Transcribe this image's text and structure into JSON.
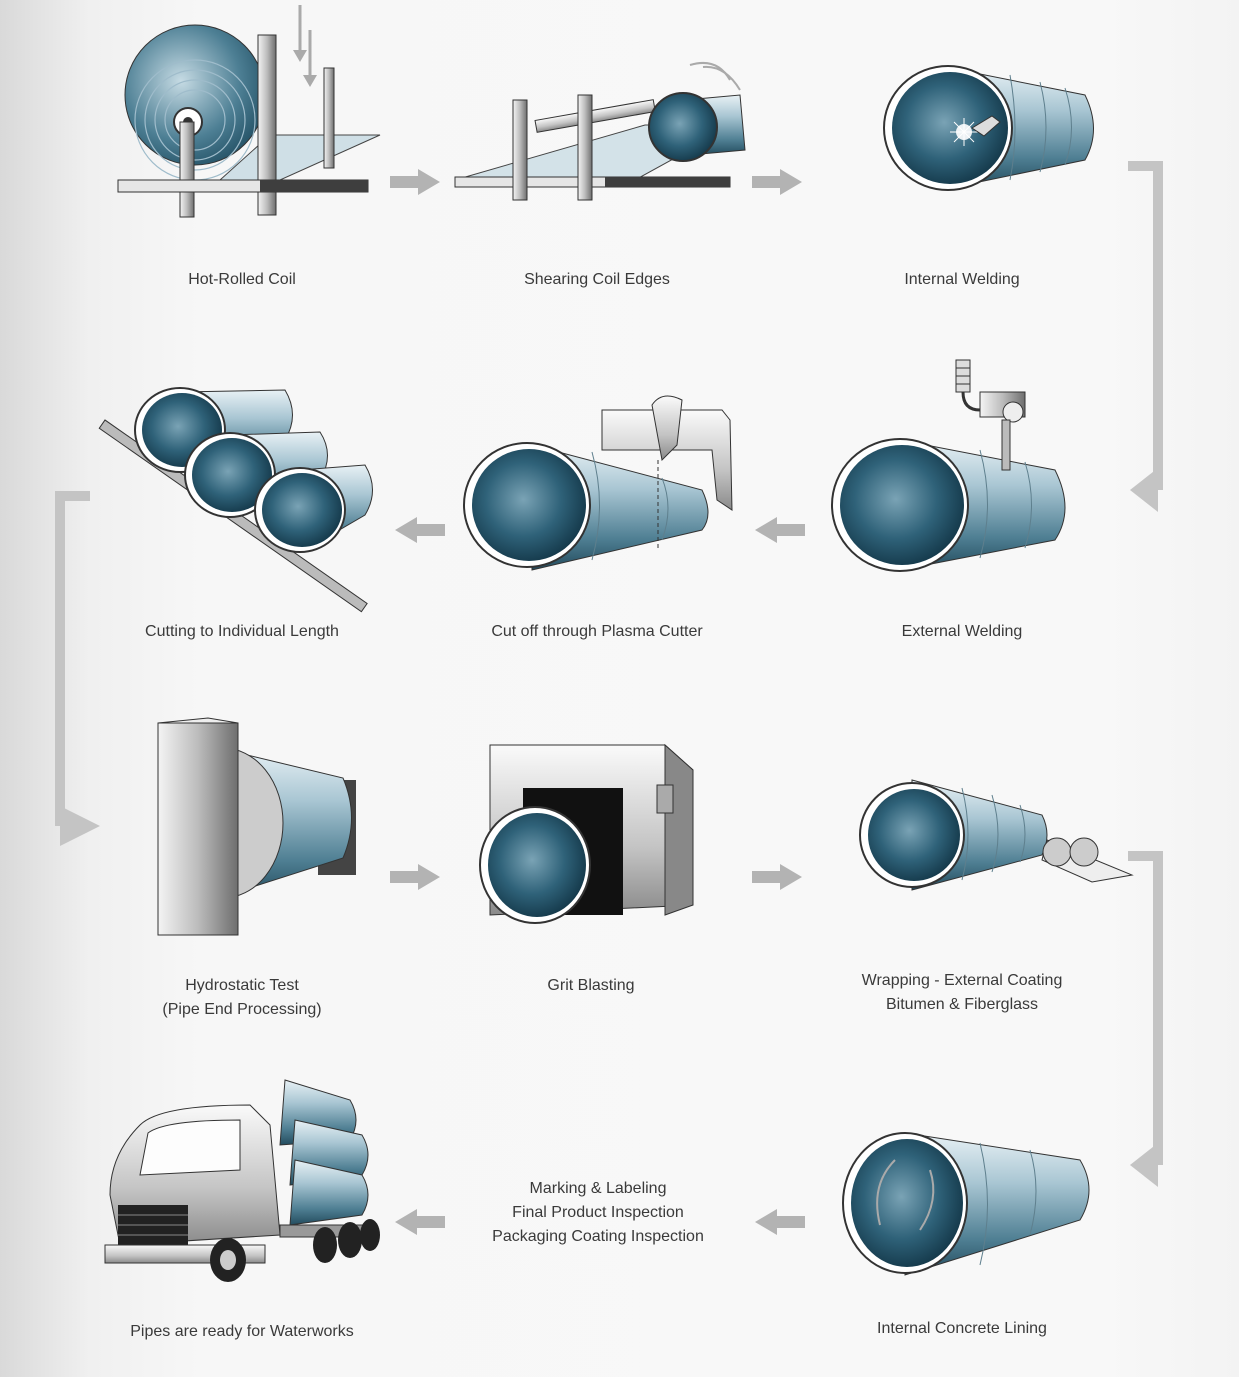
{
  "title": "Spiral Welded Steel Pipe Manufacturing Process",
  "colors": {
    "pipe_dark": "#1d4a5e",
    "pipe_mid": "#4d7f94",
    "pipe_light": "#b9d3de",
    "arrow_gray": "#b3b3b3",
    "text": "#3a3a3a"
  },
  "steps": [
    {
      "id": 1,
      "icon": "hot-rolled-coil",
      "lines": [
        "Hot-Rolled Coil"
      ]
    },
    {
      "id": 2,
      "icon": "shearing-coil",
      "lines": [
        "Shearing Coil Edges"
      ]
    },
    {
      "id": 3,
      "icon": "internal-welding",
      "lines": [
        "Internal Welding"
      ]
    },
    {
      "id": 4,
      "icon": "external-welding",
      "lines": [
        "External Welding"
      ]
    },
    {
      "id": 5,
      "icon": "plasma-cutter",
      "lines": [
        "Cut off through Plasma Cutter"
      ]
    },
    {
      "id": 6,
      "icon": "cut-pipes",
      "lines": [
        "Cutting to Individual Length"
      ]
    },
    {
      "id": 7,
      "icon": "hydrostatic-test",
      "lines": [
        "Hydrostatic Test",
        "(Pipe End Processing)"
      ]
    },
    {
      "id": 8,
      "icon": "grit-blasting",
      "lines": [
        "Grit Blasting"
      ]
    },
    {
      "id": 9,
      "icon": "wrapping",
      "lines": [
        "Wrapping - External Coating",
        "Bitumen & Fiberglass"
      ]
    },
    {
      "id": 10,
      "icon": "concrete-lining",
      "lines": [
        "Internal Concrete Lining"
      ]
    },
    {
      "id": 11,
      "icon": "inspection",
      "lines": [
        "Marking & Labeling",
        "Final Product Inspection",
        "Packaging Coating Inspection"
      ]
    },
    {
      "id": 12,
      "icon": "truck",
      "lines": [
        "Pipes are ready for Waterworks"
      ]
    }
  ]
}
